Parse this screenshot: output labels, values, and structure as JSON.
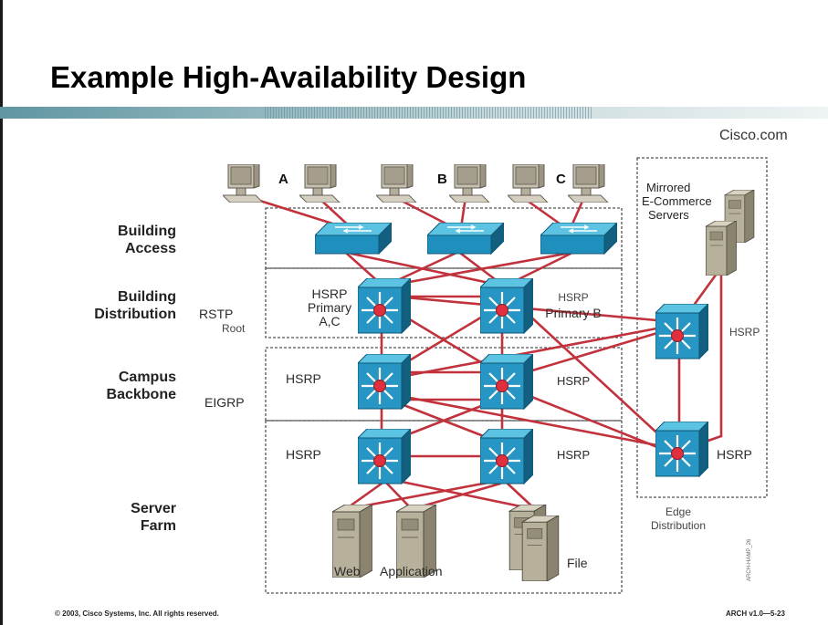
{
  "slide": {
    "title": "Example High-Availability Design",
    "brand": "Cisco.com",
    "copyright": "© 2003, Cisco Systems, Inc. All rights reserved.",
    "course_ref": "ARCH v1.0—5-23",
    "figure_id": "ARCH-HAMP_26"
  },
  "layers": {
    "building_access": [
      "Building",
      "Access"
    ],
    "building_distribution": [
      "Building",
      "Distribution"
    ],
    "campus_backbone": [
      "Campus",
      "Backbone"
    ],
    "server_farm": [
      "Server",
      "Farm"
    ]
  },
  "protocols": {
    "rstp": "RSTP",
    "root": "Root",
    "eigrp": "EIGRP"
  },
  "workstations": {
    "label_a": "A",
    "label_b": "B",
    "label_c": "C"
  },
  "distribution": {
    "left_role": [
      "HSRP",
      "Primary",
      "A,C"
    ],
    "right_role": [
      "HSRP",
      "Primary B"
    ]
  },
  "backbone": {
    "left_label": "HSRP",
    "right_label": "HSRP"
  },
  "server_distribution": {
    "left_label": "HSRP",
    "right_label": "HSRP"
  },
  "servers": {
    "web": "Web",
    "application": "Application",
    "file": "File"
  },
  "edge": {
    "mirrored_servers": [
      "Mirrored",
      "E-Commerce",
      "Servers"
    ],
    "hsrp_mid": "HSRP",
    "hsrp_bottom": "HSRP",
    "caption": [
      "Edge",
      "Distribution"
    ]
  },
  "colors": {
    "link": "#c1323d",
    "switch_top": "#4fb8da",
    "switch_face": "#1f8fbe",
    "switch_side": "#135f80",
    "router_face": "#2796c4",
    "pc_beige": "#bdb6a6",
    "server_beige": "#b7b09a",
    "title_bar": "#5f96a2"
  }
}
